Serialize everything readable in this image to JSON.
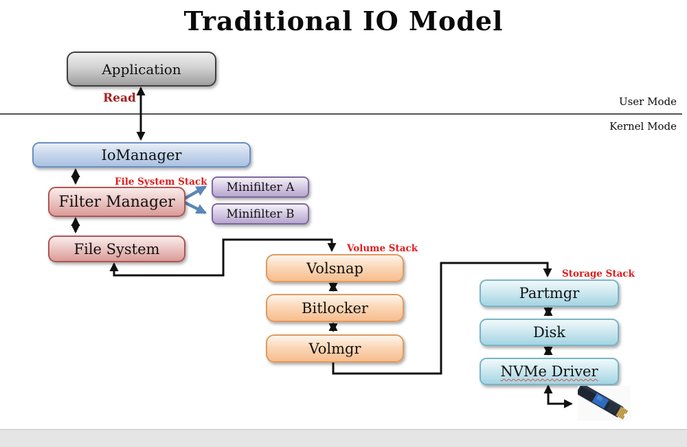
{
  "title": "Traditional IO Model",
  "mode_divider": {
    "user_label": "User Mode",
    "kernel_label": "Kernel Mode"
  },
  "labels": {
    "read": "Read",
    "file_system_stack": "File System Stack",
    "volume_stack": "Volume Stack",
    "storage_stack": "Storage Stack"
  },
  "boxes": {
    "application": "Application",
    "iomanager": "IoManager",
    "filter_manager": "Filter Manager",
    "file_system": "File System",
    "minifilter_a": "Minifilter A",
    "minifilter_b": "Minifilter B",
    "volsnap": "Volsnap",
    "bitlocker": "Bitlocker",
    "volmgr": "Volmgr",
    "partmgr": "Partmgr",
    "disk": "Disk",
    "nvme_driver": "NVMe Driver"
  },
  "edges": [
    {
      "from": "application",
      "to": "iomanager",
      "bidirectional": true,
      "label": "Read",
      "color": "black"
    },
    {
      "from": "iomanager",
      "to": "filter_manager",
      "bidirectional": true,
      "color": "black"
    },
    {
      "from": "filter_manager",
      "to": "minifilter_a",
      "bidirectional": false,
      "color": "blue"
    },
    {
      "from": "filter_manager",
      "to": "minifilter_b",
      "bidirectional": false,
      "color": "blue"
    },
    {
      "from": "filter_manager",
      "to": "file_system",
      "bidirectional": true,
      "color": "black"
    },
    {
      "from": "file_system",
      "to": "volsnap",
      "bidirectional": true,
      "color": "black",
      "style": "elbow"
    },
    {
      "from": "volsnap",
      "to": "bitlocker",
      "bidirectional": true,
      "color": "black"
    },
    {
      "from": "bitlocker",
      "to": "volmgr",
      "bidirectional": true,
      "color": "black"
    },
    {
      "from": "volmgr",
      "to": "partmgr",
      "bidirectional": false,
      "color": "black",
      "style": "elbow"
    },
    {
      "from": "partmgr",
      "to": "disk",
      "bidirectional": true,
      "color": "black"
    },
    {
      "from": "disk",
      "to": "nvme_driver",
      "bidirectional": true,
      "color": "black"
    },
    {
      "from": "nvme_driver",
      "to": "nvme_ssd_photo",
      "bidirectional": true,
      "color": "black",
      "style": "elbow"
    }
  ],
  "colors": {
    "stack_label_red": "#e21d1d",
    "read_label_red": "#a81e1e",
    "arrow_black": "#111111",
    "arrow_blue": "#5b87b7",
    "application_border": "#3f3f3f",
    "iomanager_border": "#6b8ebf",
    "file_system_border": "#b05552",
    "minifilter_border": "#7a68a0",
    "volume_border": "#e09a5e",
    "storage_border": "#79b5c6",
    "bottom_bar": "#e5e5e5"
  }
}
